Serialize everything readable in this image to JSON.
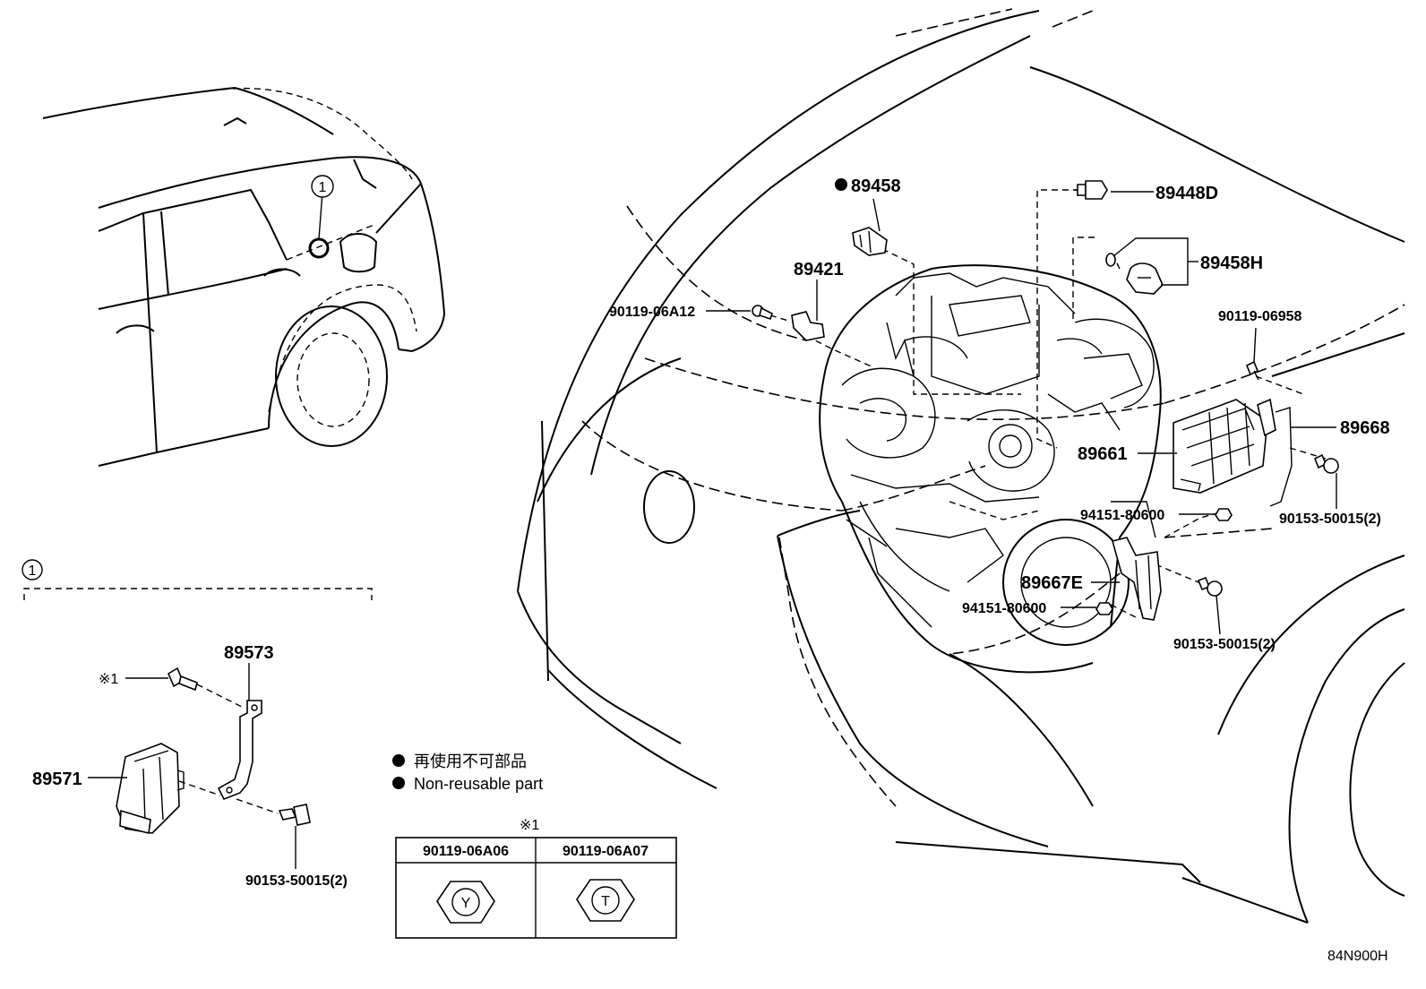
{
  "callouts": {
    "c89458": "89458",
    "c89448D": "89448D",
    "c89421": "89421",
    "c89458H": "89458H",
    "c90119_06A12": "90119-06A12",
    "c90119_06958": "90119-06958",
    "c89668": "89668",
    "c89661": "89661",
    "c90153_50015_2a": "90153-50015(2)",
    "c94151_80600a": "94151-80600",
    "c89667E": "89667E",
    "c94151_80600b": "94151-80600",
    "c90153_50015_2b": "90153-50015(2)",
    "c89573": "89573",
    "c89571": "89571",
    "c90153_50015_2c": "90153-50015(2)"
  },
  "marks": {
    "ref_circle_label": "1",
    "note_mark": "※1"
  },
  "legend": {
    "line_jp": "再使用不可部品",
    "line_en": "Non-reusable part"
  },
  "bolt_table": {
    "header_mark": "※1",
    "col1_part": "90119-06A06",
    "col1_letter": "Y",
    "col2_part": "90119-06A07",
    "col2_letter": "T"
  },
  "diagram_code": "84N900H"
}
